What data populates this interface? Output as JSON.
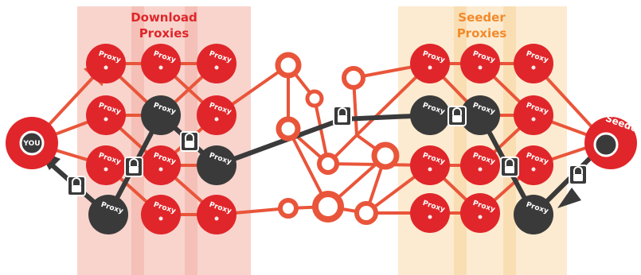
{
  "panels": {
    "download_title_line1": "Download",
    "download_title_line2": "Proxies",
    "seeder_title_line1": "Seeder",
    "seeder_title_line2": "Proxies"
  },
  "nodes": {
    "you_label": "YOU",
    "seeder_label": "Seeder",
    "proxy_label": "Proxy"
  },
  "colors": {
    "red": "#e0262a",
    "dark": "#3a3a3a",
    "orange_line": "#e9553a",
    "download_panel": "#f7c9c2",
    "seeder_panel": "#fbe6c2",
    "seeder_title": "#f28a2c",
    "download_title": "#e0262a"
  },
  "icons": {
    "lock": "lock-icon"
  }
}
